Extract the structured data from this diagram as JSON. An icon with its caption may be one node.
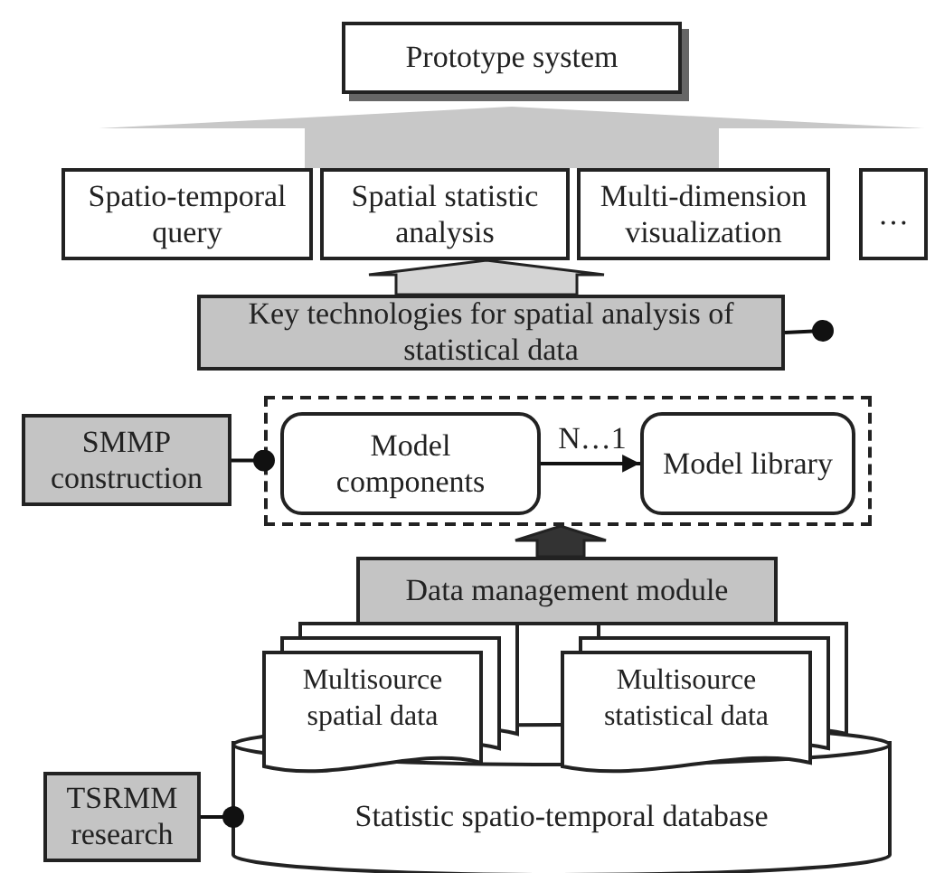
{
  "diagram": {
    "nodes": [
      {
        "text": [
          "Prototype system"
        ]
      },
      {
        "text": [
          "Spatio-temporal query"
        ]
      },
      {
        "text": [
          "Spatial statistic analysis"
        ]
      },
      {
        "text": [
          "Multi-dimension visualization"
        ]
      },
      {
        "text": [
          "…"
        ]
      },
      {
        "text": [
          "Key technologies for spatial analysis of statistical data"
        ]
      },
      {
        "text": [],
        "shape": "box"
      },
      {
        "text": [
          "SMMP construction"
        ]
      },
      {
        "text": [
          "Model components"
        ],
        "in": 6
      },
      {
        "text": [
          "Model library"
        ],
        "in": 6
      },
      {
        "text": [
          "Data management module"
        ]
      },
      {
        "text": [
          "Multisource spatial data"
        ]
      },
      {
        "text": [
          "Multisource statistical data"
        ]
      },
      {
        "text": [
          "Statistic spatio-temporal database"
        ]
      },
      {
        "text": [
          "TSRMM research"
        ]
      }
    ],
    "edges": [
      {
        "from": 2,
        "to": 0,
        "arrow": "to",
        "style": "thick",
        "color": "#c8c8c8"
      },
      {
        "from": 5,
        "to": 2,
        "arrow": "to",
        "style": "thick",
        "color": "#d4d4d4"
      },
      {
        "from": 5,
        "to": null,
        "arrow": "other"
      },
      {
        "from": 7,
        "to": 6,
        "arrow": "other"
      },
      {
        "from": 8,
        "to": 9,
        "arrow": "to",
        "label": "N…1"
      },
      {
        "from": 10,
        "to": 6,
        "arrow": "to",
        "style": "thick",
        "color": "#333333"
      },
      {
        "from": 14,
        "to": 13,
        "arrow": "other"
      }
    ]
  }
}
